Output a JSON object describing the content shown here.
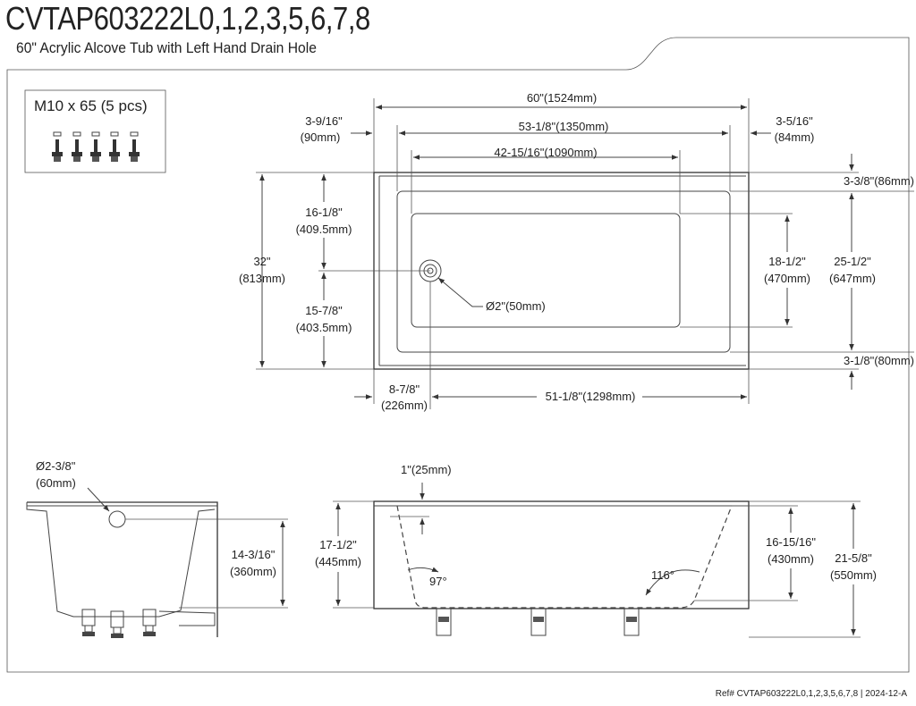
{
  "header": {
    "title": "CVTAP603222L0,1,2,3,5,6,7,8",
    "subtitle": "60\" Acrylic Alcove Tub with Left Hand Drain Hole"
  },
  "bolts": {
    "label": "M10 x 65 (5 pcs)",
    "count": 5
  },
  "top_view": {
    "overall_width": "60\"(1524mm)",
    "inner_width": "53-1/8\"(1350mm)",
    "bottom_width": "42-15/16\"(1090mm)",
    "left_flange": [
      "3-9/16\"",
      "(90mm)"
    ],
    "right_flange": [
      "3-5/16\"",
      "(84mm)"
    ],
    "overall_depth": [
      "32\"",
      "(813mm)"
    ],
    "drain_to_back": [
      "16-1/8\"",
      "(409.5mm)"
    ],
    "drain_to_front": [
      "15-7/8\"",
      "(403.5mm)"
    ],
    "drain_diameter": "Ø2\"(50mm)",
    "bottom_depth": [
      "18-1/2\"",
      "(470mm)"
    ],
    "inner_depth": [
      "25-1/2\"",
      "(647mm)"
    ],
    "back_rim": "3-3/8\"(86mm)",
    "front_rim": "3-1/8\"(80mm)",
    "drain_from_left": [
      "8-7/8\"",
      "(226mm)"
    ],
    "drain_to_right": "51-1/8\"(1298mm)"
  },
  "side_view": {
    "overflow_diameter": [
      "Ø2-3/8\"",
      "(60mm)"
    ],
    "overflow_height": [
      "14-3/16\"",
      "(360mm)"
    ]
  },
  "front_view": {
    "rim_thickness": "1\"(25mm)",
    "inner_depth": [
      "17-1/2\"",
      "(445mm)"
    ],
    "left_angle": "97°",
    "right_angle": "116°",
    "water_depth": [
      "16-15/16\"",
      "(430mm)"
    ],
    "overall_height": [
      "21-5/8\"",
      "(550mm)"
    ]
  },
  "footer": {
    "ref": "Ref# CVTAP603222L0,1,2,3,5,6,7,8 | 2024-12-A"
  }
}
